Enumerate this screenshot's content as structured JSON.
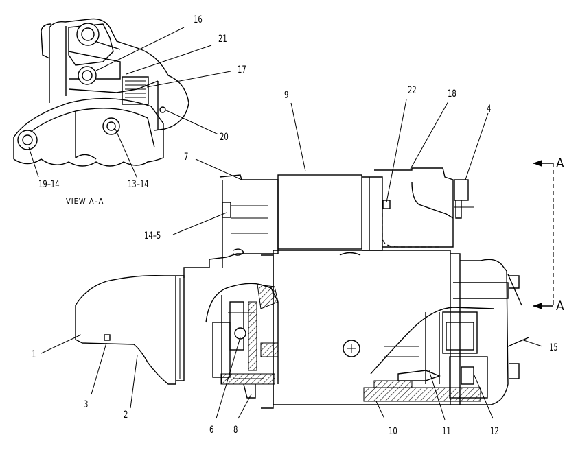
{
  "callouts": {
    "c1": "1",
    "c2": "2",
    "c3": "3",
    "c4": "4",
    "c6": "6",
    "c7": "7",
    "c8": "8",
    "c9": "9",
    "c10": "10",
    "c11": "11",
    "c12": "12",
    "c14_5": "14–5",
    "c15": "15",
    "c16": "16",
    "c17": "17",
    "c18": "18",
    "c20": "20",
    "c21": "21",
    "c22": "22",
    "c19_14": "19–14",
    "c13_14": "13–14"
  },
  "view_label": "VIEW A–A",
  "section_marks": {
    "top": "A",
    "bottom": "A"
  }
}
